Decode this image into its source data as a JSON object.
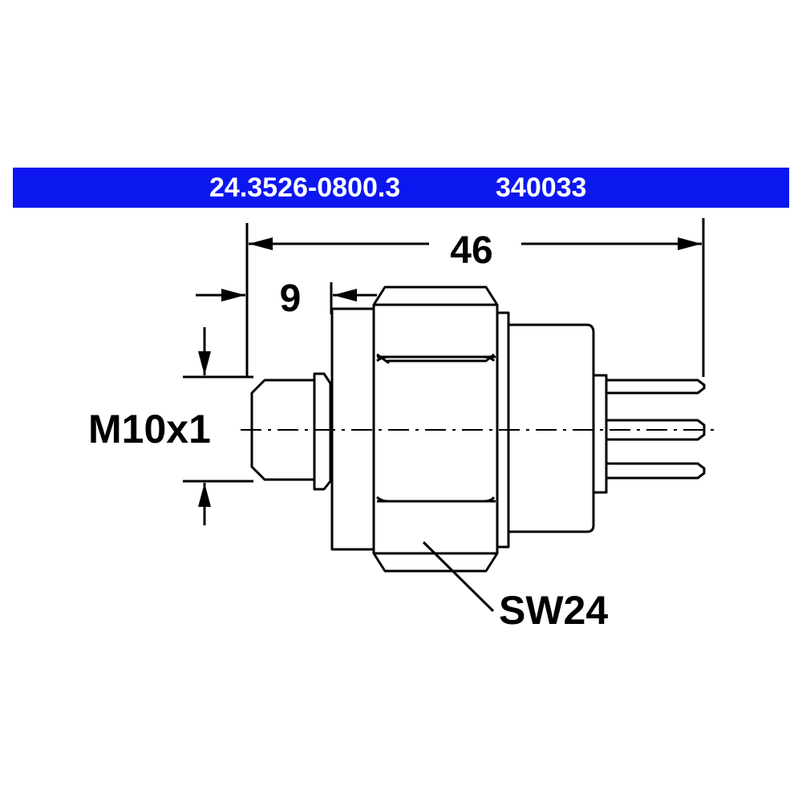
{
  "header": {
    "part_number": "24.3526-0800.3",
    "ref_number": "340033",
    "background_color": "#0c17f0",
    "text_color": "#ffffff"
  },
  "dimensions": {
    "overall_length": "46",
    "thread_length": "9",
    "thread_spec": "M10x1",
    "wrench_size": "SW24"
  }
}
